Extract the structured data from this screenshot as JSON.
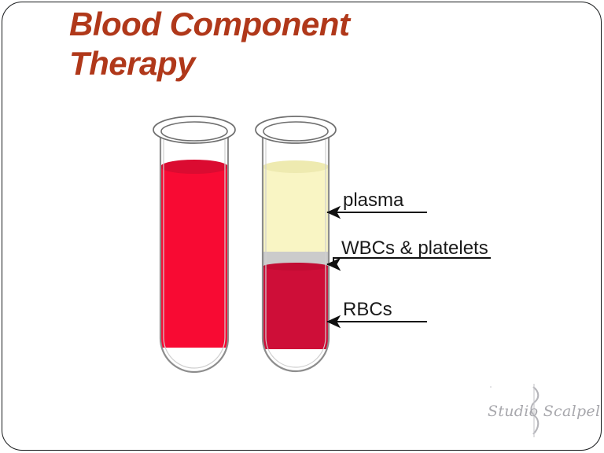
{
  "slide": {
    "title": "Blood Component\nTherapy",
    "title_color": "#b0381a",
    "background_color": "#ffffff",
    "border_color": "#16181a"
  },
  "illustration": {
    "name": "blood-separation-test-tubes",
    "tubes": [
      {
        "id": "whole-blood-tube",
        "label": "whole blood tube",
        "contents": [
          {
            "name": "whole blood",
            "color": "#f80a33"
          }
        ]
      },
      {
        "id": "centrifuged-blood-tube",
        "label": "centrifuged blood tube",
        "contents": [
          {
            "name": "plasma",
            "color": "#f9f5c4"
          },
          {
            "name": "buffy coat",
            "color": "#cbcbcb"
          },
          {
            "name": "packed red blood cells",
            "color": "#ce0e38"
          }
        ]
      }
    ],
    "callouts": [
      {
        "id": "plasma",
        "text": "plasma"
      },
      {
        "id": "wbcs-platelets",
        "text": "WBCs & platelets"
      },
      {
        "id": "rbcs",
        "text": "RBCs"
      }
    ],
    "glass_color": "#9a9a9a",
    "arrow_color": "#111111",
    "callout_text_color": "#1a1a1a"
  },
  "watermark": {
    "text": "Studio Scalpel",
    "color": "#a8a8ad"
  }
}
